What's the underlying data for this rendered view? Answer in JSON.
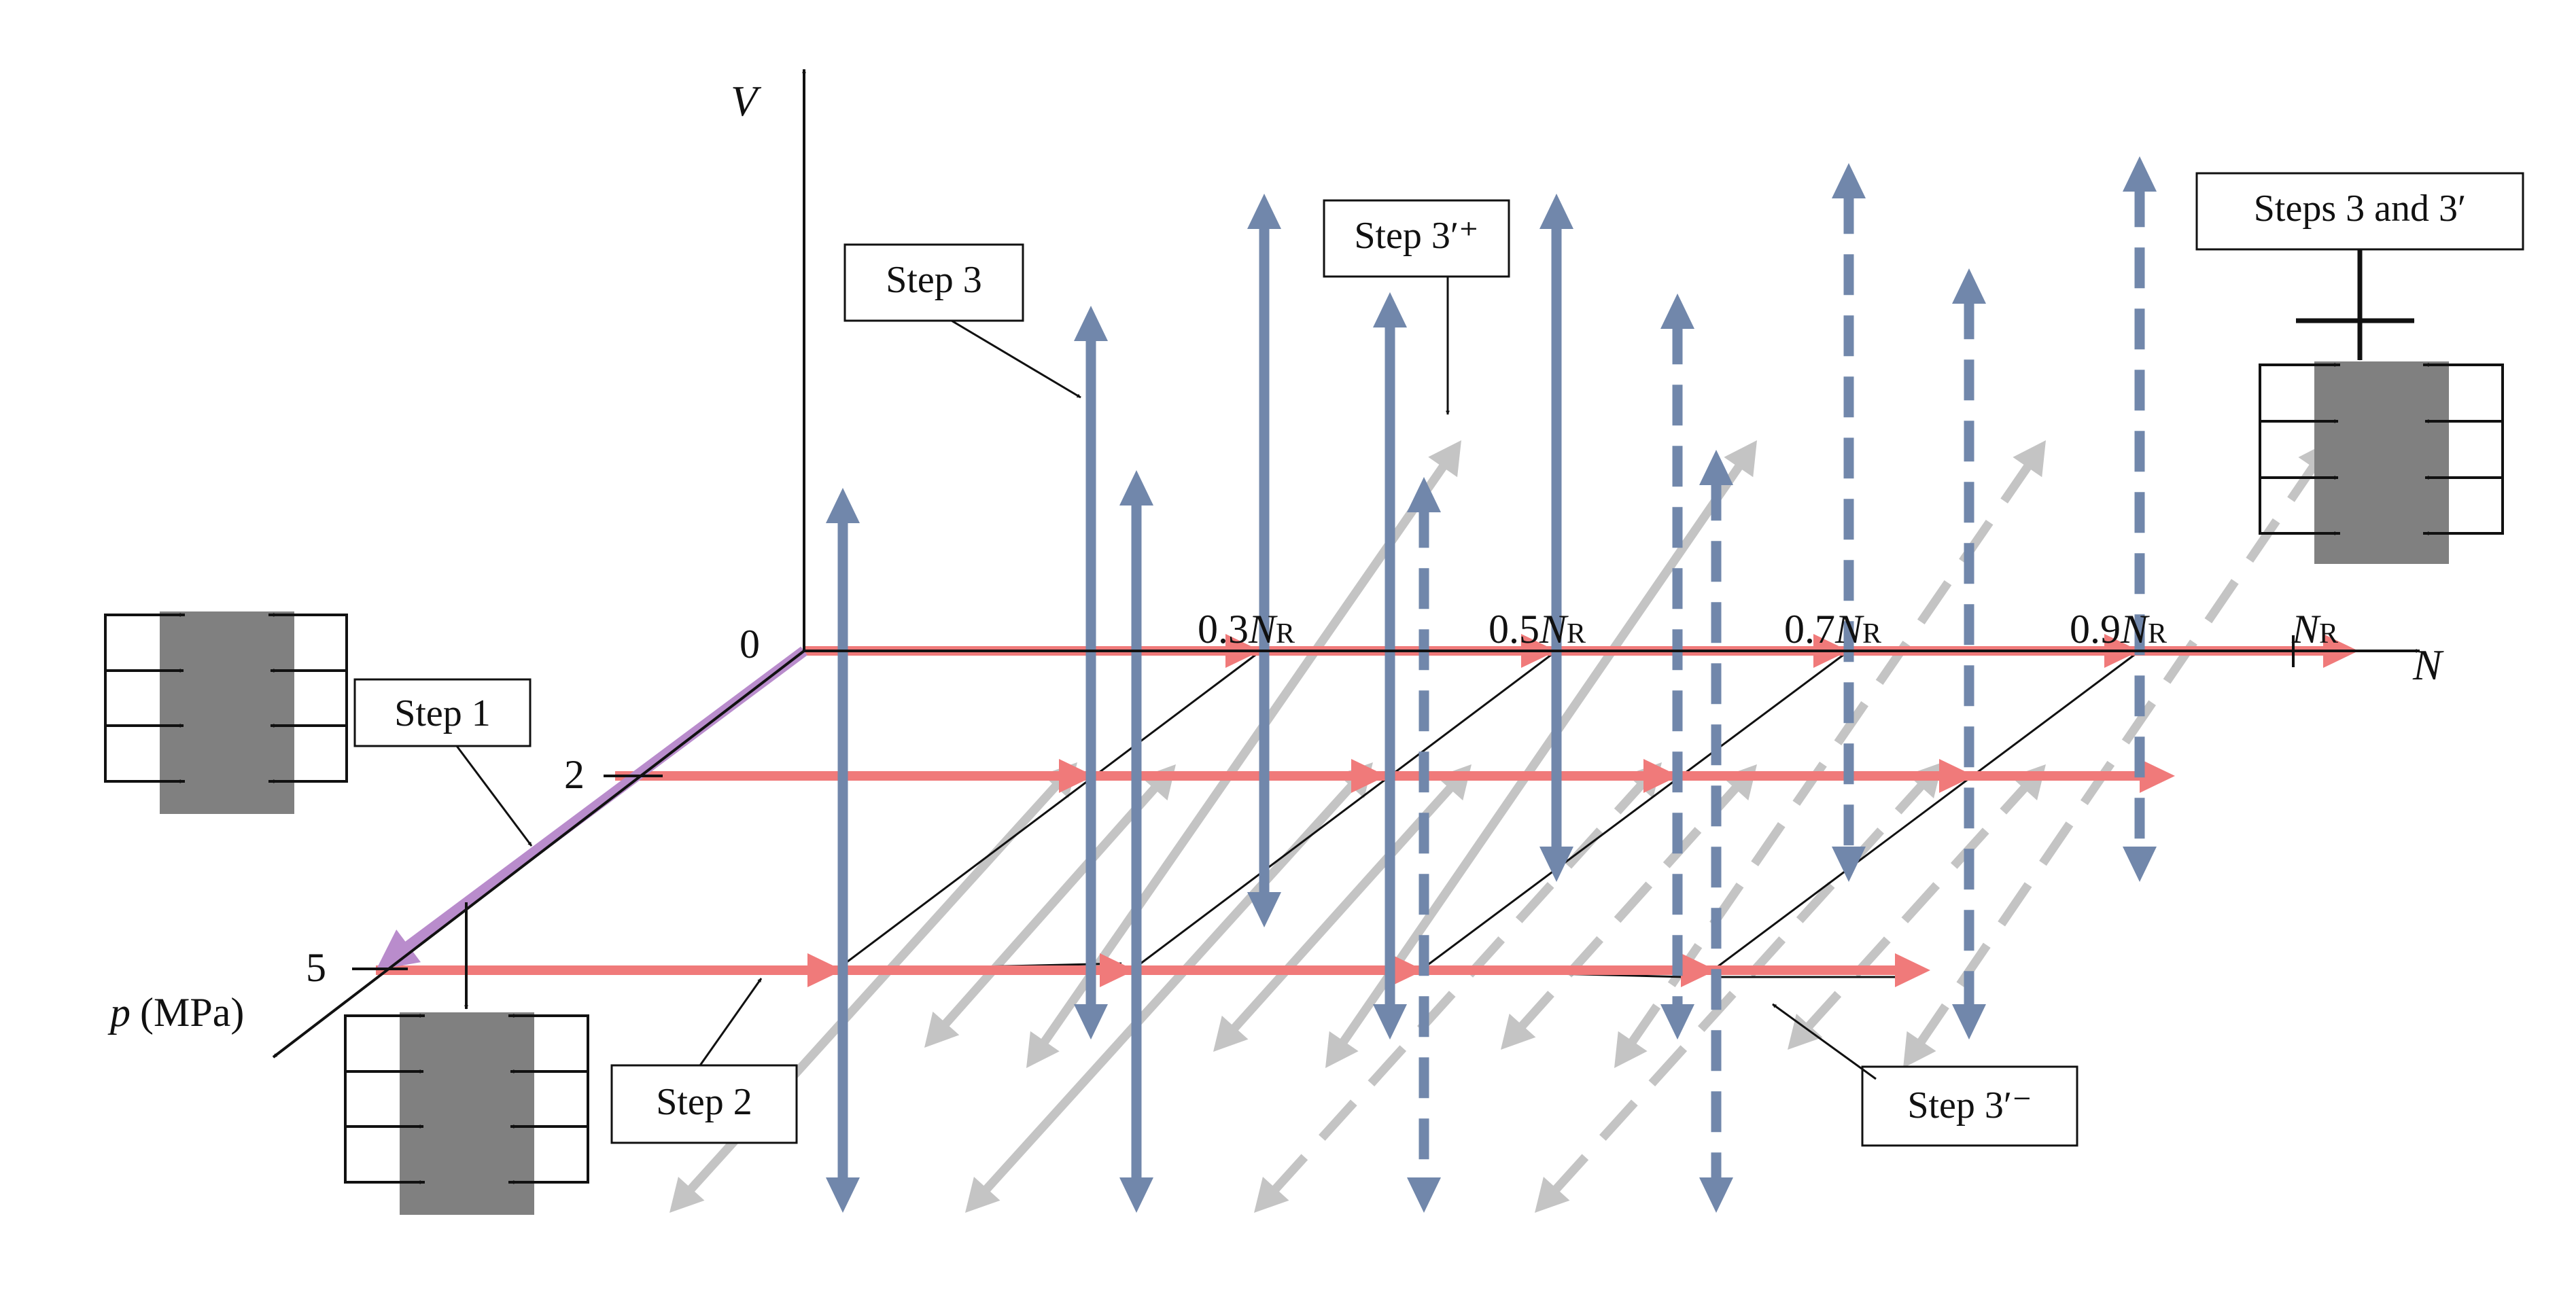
{
  "axes": {
    "v_label": "V",
    "n_label": "N",
    "p_label_italic": "p",
    "p_label_unit": "(MPa)",
    "origin_label": "0",
    "p_ticks": [
      "2",
      "5"
    ]
  },
  "n_ticks": [
    {
      "coef": "0.3",
      "sym": "N",
      "sub": "R"
    },
    {
      "coef": "0.5",
      "sym": "N",
      "sub": "R"
    },
    {
      "coef": "0.7",
      "sym": "N",
      "sub": "R"
    },
    {
      "coef": "0.9",
      "sym": "N",
      "sub": "R"
    },
    {
      "coef": "",
      "sym": "N",
      "sub": "R"
    }
  ],
  "callouts": {
    "step1": "Step 1",
    "step2": "Step 2",
    "step3": "Step 3",
    "step3_plus": "Step 3′⁺",
    "step3_minus": "Step 3′⁻",
    "steps3and3p": "Steps 3 and 3′"
  },
  "colors": {
    "axial_red": "#f07a7a",
    "shear_blue": "#7187ab",
    "diagonal_gray": "#c4c4c4",
    "lateral_purple": "#b98ccc",
    "specimen_gray": "#808080"
  }
}
